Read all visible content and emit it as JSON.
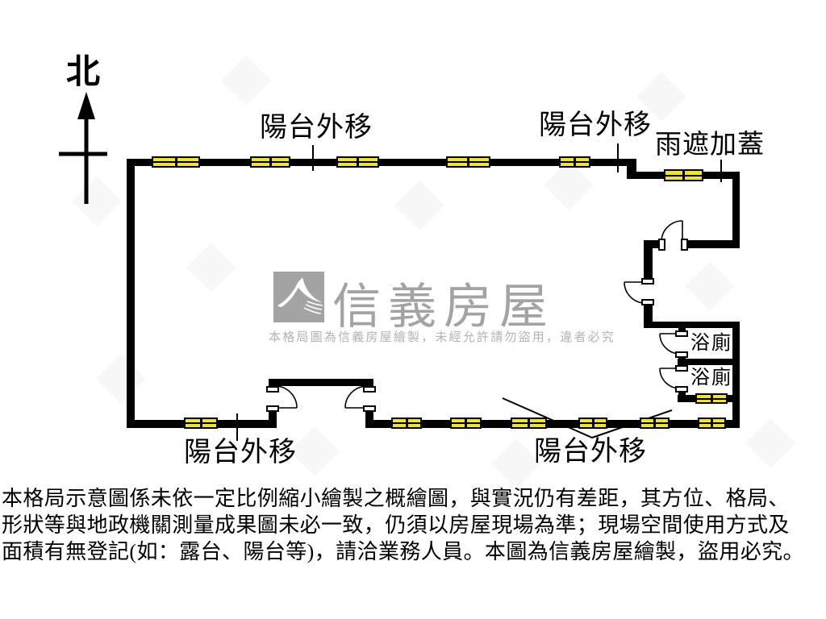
{
  "compass": {
    "north_label": "北"
  },
  "labels": {
    "balcony_top_left": {
      "text": "陽台外移"
    },
    "balcony_top_right": {
      "text": "陽台外移"
    },
    "rain_cover": {
      "text": "雨遮加蓋"
    },
    "balcony_bottom_left": {
      "text": "陽台外移"
    },
    "balcony_bottom_right": {
      "text": "陽台外移"
    },
    "bathroom_1": {
      "text": "浴廁"
    },
    "bathroom_2": {
      "text": "浴廁"
    }
  },
  "watermark": {
    "brand": "信義房屋",
    "notice": "本格局圖為信義房屋繪製，未經允許請勿盜用，違者必究",
    "logo_icon": "sinyi-swoosh",
    "logo_color": "#a3a3a3",
    "notice_color": "#b5b2af"
  },
  "disclaimer": {
    "line1": "本格局示意圖係未依一定比例縮小繪製之概繪圖，與實況仍有差距，其方位、格局、",
    "line2": "形狀等與地政機關測量成果圖未必一致，仍須以房屋現場為準；現場空間使用方式及",
    "line3": "面積有無登記(如：露台、陽台等)，請洽業務人員。本圖為信義房屋繪製，盜用必究。"
  },
  "colors": {
    "wall": "#000000",
    "window_fill": "#ede23c",
    "window_border": "#000000",
    "background": "#ffffff"
  }
}
